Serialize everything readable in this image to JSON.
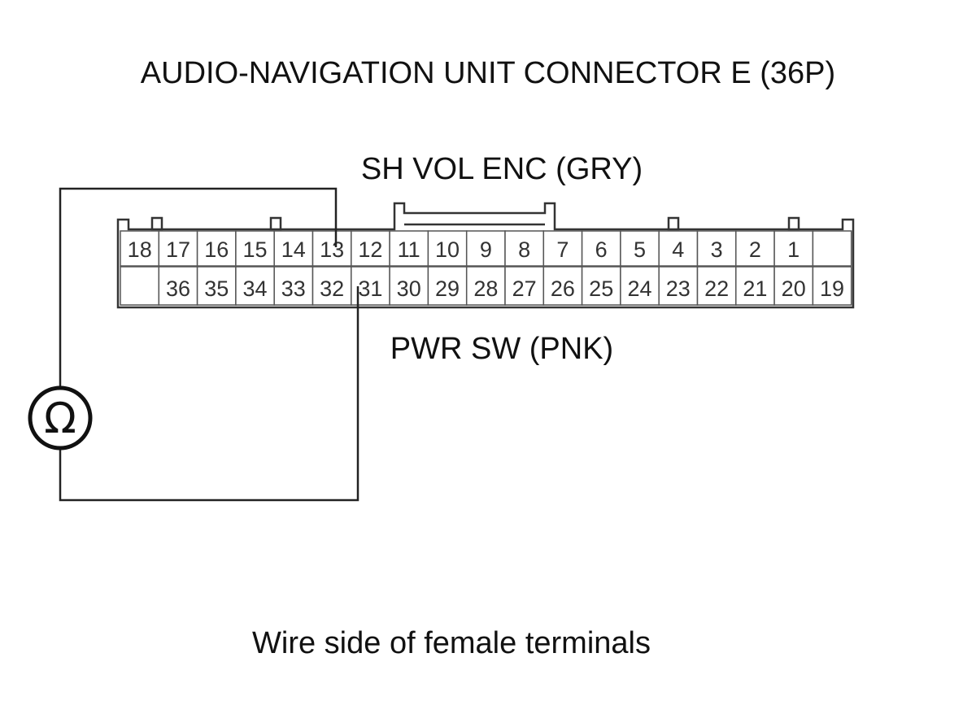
{
  "title": "AUDIO-NAVIGATION UNIT CONNECTOR E (36P)",
  "top_wire_label": "SH VOL ENC (GRY)",
  "bottom_wire_label": "PWR SW (PNK)",
  "footer": "Wire side of female terminals",
  "meter_symbol": "Ω",
  "meter_icon": "ohmmeter-icon",
  "top_row_pins": [
    "18",
    "17",
    "16",
    "15",
    "14",
    "13",
    "12",
    "11",
    "10",
    "9",
    "8",
    "7",
    "6",
    "5",
    "4",
    "3",
    "2",
    "1",
    ""
  ],
  "bottom_row_pins": [
    "",
    "36",
    "35",
    "34",
    "33",
    "32",
    "31",
    "30",
    "29",
    "28",
    "27",
    "26",
    "25",
    "24",
    "23",
    "22",
    "21",
    "20",
    "19"
  ],
  "probe_pins": {
    "top": "13",
    "bottom": "31"
  }
}
